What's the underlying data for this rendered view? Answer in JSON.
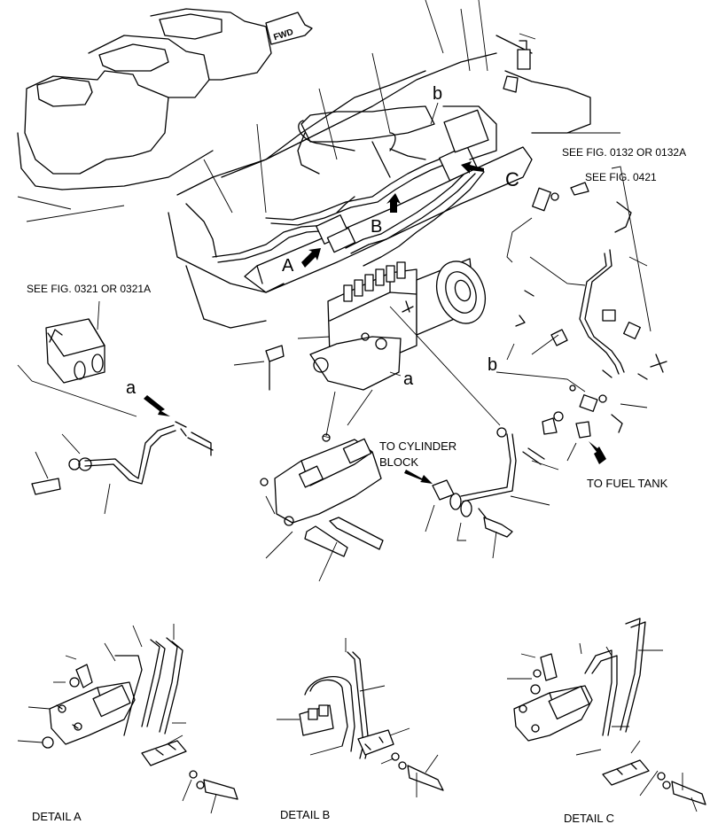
{
  "labels": {
    "fwd": "FWD",
    "arrow_a": "A",
    "arrow_b": "B",
    "arrow_c": "C",
    "ref_a": "a",
    "ref_a2": "a",
    "ref_b": "b",
    "ref_b2": "b",
    "see_0132": "SEE FIG. 0132 OR 0132A",
    "see_0421": "SEE FIG. 0421",
    "see_0321": "SEE FIG. 0321 OR 0321A",
    "to_cylinder_1": "TO CYLINDER",
    "to_cylinder_2": "BLOCK",
    "to_fuel_tank": "TO FUEL TANK",
    "detail_a": "DETAIL  A",
    "detail_b": "DETAIL  B",
    "detail_c": "DETAIL  C"
  }
}
